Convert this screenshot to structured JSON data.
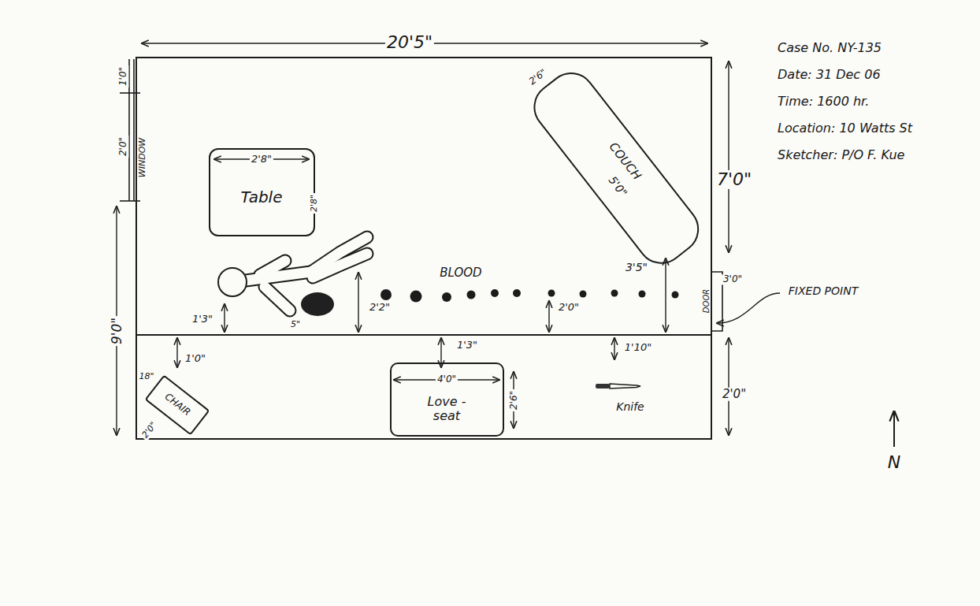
{
  "diagram": {
    "nodes": [
      {
        "text": [
          "Table"
        ]
      },
      {
        "text": [
          "COUCH"
        ]
      },
      {
        "text": [
          "Love - seat"
        ]
      },
      {
        "text": [
          "CHAIR"
        ]
      }
    ],
    "labels": [
      "20'5\"",
      "1'0\"",
      "2'0\"",
      "WINDOW",
      "2'8\"",
      "2'8\"",
      "2'6\"",
      "5'0\"",
      "7'0\"",
      "BLOOD",
      "3'5\"",
      "DOOR",
      "3'0\"",
      "FIXED POINT",
      "1'3\"",
      "5\"",
      "2'2\"",
      "2'0\"",
      "9'0\"",
      "1'0\"",
      "18\"",
      "2'0\"",
      "1'3\"",
      "4'0\"",
      "2'6\"",
      "1'10\"",
      "Knife",
      "2'0\"",
      "Case No. NY-135",
      "Date: 31 Dec 06",
      "Time: 1600 hr.",
      "Location: 10 Watts St",
      "Sketcher: P/O F. Kue",
      "N"
    ]
  }
}
